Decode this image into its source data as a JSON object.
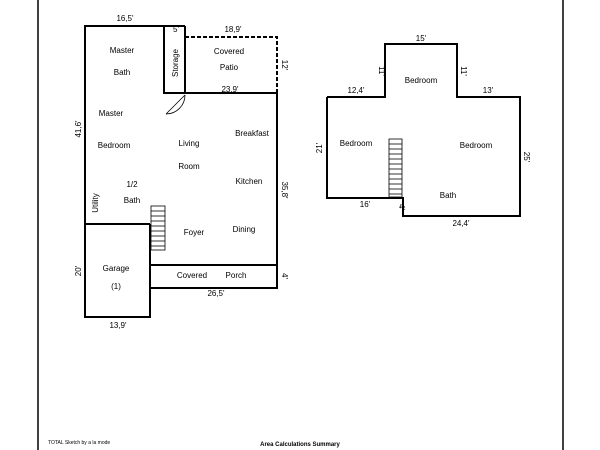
{
  "rooms_main": {
    "master_bath_1": "Master",
    "master_bath_2": "Bath",
    "storage": "Storage",
    "covered_patio_1": "Covered",
    "covered_patio_2": "Patio",
    "master_bedroom_1": "Master",
    "master_bedroom_2": "Bedroom",
    "living_1": "Living",
    "living_2": "Room",
    "breakfast": "Breakfast",
    "kitchen": "Kitchen",
    "half_bath_1": "1/2",
    "half_bath_2": "Bath",
    "utility": "Utility",
    "foyer": "Foyer",
    "dining": "Dining",
    "garage_1": "Garage",
    "garage_2": "(1)",
    "covered_porch_1": "Covered",
    "covered_porch_2": "Porch"
  },
  "dims_main": {
    "top_main": "16,5'",
    "top_storage": "5'",
    "top_patio": "18,9'",
    "patio_side": "12'",
    "patio_bottom": "23,9'",
    "left": "41,6'",
    "right": "35,8'",
    "garage_left": "20'",
    "porch_side": "4'",
    "bottom": "26,5'",
    "garage_bottom": "13,9'"
  },
  "rooms_upper": {
    "bedroom_top": "Bedroom",
    "bedroom_left": "Bedroom",
    "bedroom_right": "Bedroom",
    "bath": "Bath"
  },
  "dims_upper": {
    "top": "15'",
    "left_notch_v": "11'",
    "right_notch_v": "11'",
    "left_top": "12,4'",
    "right_top": "13'",
    "left_side": "21'",
    "right_side": "25'",
    "left_bottom": "16'",
    "step_v": "4'",
    "bottom": "24,4'"
  },
  "footer": {
    "credit": "TOTAL Sketch by a la mode",
    "summary_title": "Area Calculations Summary"
  }
}
